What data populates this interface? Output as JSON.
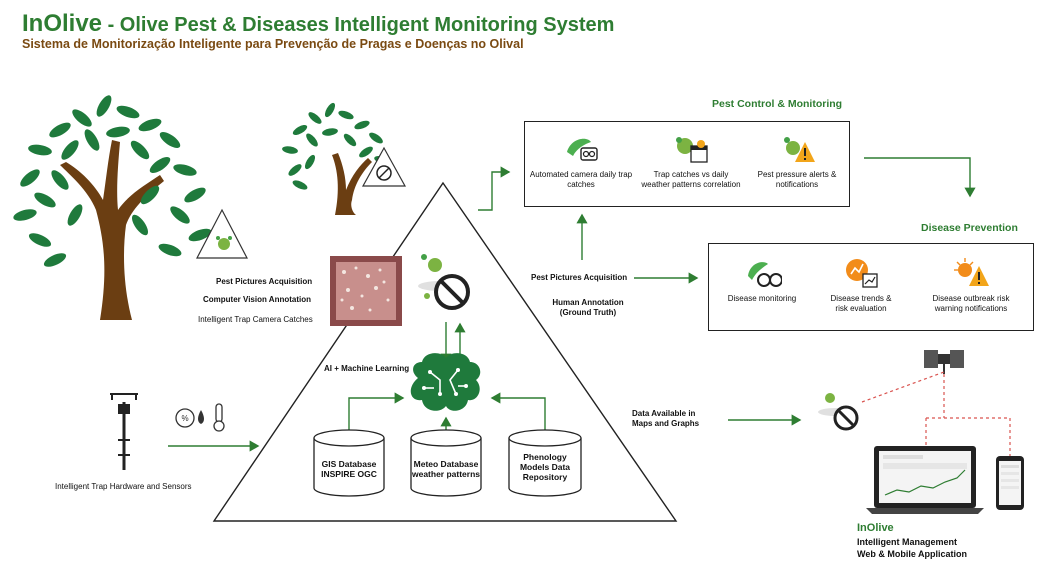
{
  "header": {
    "brand": "InOlive",
    "title_rest": " - Olive Pest & Diseases Intelligent Monitoring System",
    "subtitle": "Sistema de Monitorização Inteligente para Prevenção de Pragas e Doenças no Olival"
  },
  "left": {
    "pest_pictures": "Pest Pictures Acquisition",
    "cv_annotation": "Computer Vision Annotation",
    "trap_camera": "Intelligent Trap Camera Catches",
    "hardware": "Intelligent Trap Hardware and Sensors"
  },
  "triangle": {
    "ai_ml": "AI + Machine Learning",
    "databases": [
      {
        "line1": "GIS Database",
        "line2": "INSPIRE OGC",
        "line3": ""
      },
      {
        "line1": "Meteo Database",
        "line2": "weather patterns",
        "line3": ""
      },
      {
        "line1": "Phenology",
        "line2": "Models Data",
        "line3": "Repository"
      }
    ]
  },
  "middle": {
    "pest_pictures": "Pest Pictures Acquisition",
    "human_annotation_1": "Human Annotation",
    "human_annotation_2": "(Ground Truth)",
    "data_available_1": "Data Available in",
    "data_available_2": "Maps and Graphs"
  },
  "pest_control": {
    "title": "Pest Control & Monitoring",
    "items": [
      {
        "line1": "Automated camera daily trap",
        "line2": "catches",
        "icon": "camera-trap-icon"
      },
      {
        "line1": "Trap catches vs daily",
        "line2": "weather patterns correlation",
        "icon": "calendar-pest-icon"
      },
      {
        "line1": "Pest pressure alerts &",
        "line2": "notifications",
        "icon": "pest-alert-icon"
      }
    ]
  },
  "disease_prevention": {
    "title": "Disease Prevention",
    "items": [
      {
        "line1": "Disease monitoring",
        "line2": "",
        "icon": "binoculars-leaf-icon"
      },
      {
        "line1": "Disease trends &",
        "line2": "risk evaluation",
        "icon": "trend-chart-icon"
      },
      {
        "line1": "Disease outbreak risk",
        "line2": "warning notifications",
        "icon": "outbreak-warning-icon"
      }
    ]
  },
  "app": {
    "title": "InOlive",
    "line1": "Intelligent Management",
    "line2": "Web & Mobile Application"
  },
  "colors": {
    "green": "#2e7d32",
    "leaf": "#1f7a3c",
    "trunk": "#6b3e12",
    "alert": "#f2a51a",
    "red_dashed": "#d9534f"
  }
}
